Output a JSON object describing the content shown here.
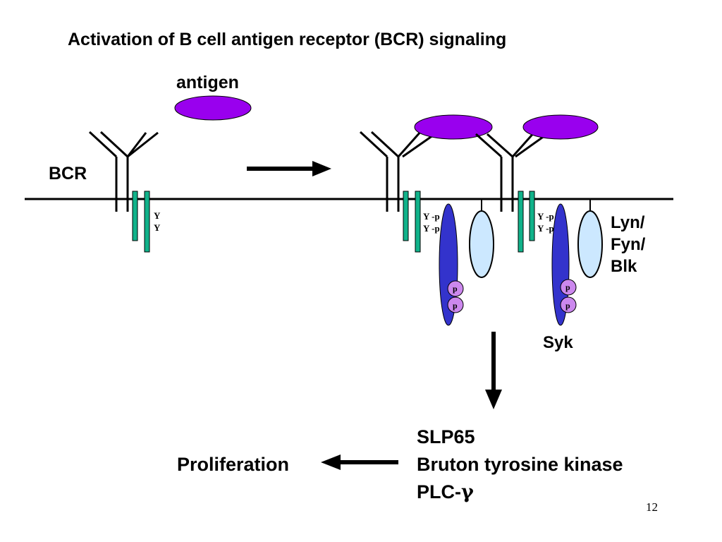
{
  "slide": {
    "title": "Activation of B cell antigen receptor (BCR) signaling",
    "antigen_label": "antigen",
    "bcr_label": "BCR",
    "kinase_labels": [
      "Lyn/",
      "Fyn/",
      "Blk"
    ],
    "syk_label": "Syk",
    "tyrosine": "Y",
    "phospho_tyrosine": "Y -p",
    "phosphate": "p",
    "downstream": {
      "line1": "SLP65",
      "line2": "Bruton tyrosine kinase",
      "line3_prefix": "PLC-",
      "line3_greek": "γ"
    },
    "proliferation_label": "Proliferation",
    "page_number": "12"
  },
  "colors": {
    "antigen": "#9900ee",
    "igalpha_beta": "#11b28a",
    "syk": "#3333cc",
    "lyn": "#cce8ff",
    "phosphate": "#cc88ee",
    "membrane": "#000000"
  }
}
